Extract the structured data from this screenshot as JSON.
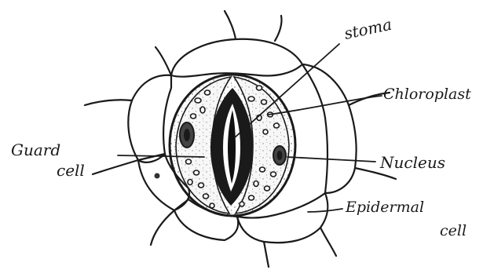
{
  "diagram": {
    "labels": {
      "stoma": "stoma",
      "chloroplast": "Chloroplast",
      "guard_cell_line1": "Guard",
      "guard_cell_line2": "cell",
      "nucleus": "Nucleus",
      "epidermal_cell_line1": "Epidermal",
      "epidermal_cell_line2": "cell"
    },
    "colors": {
      "ink": "#1a1a1a",
      "background": "#ffffff",
      "guard_cell_fill": "#e9e9e9",
      "pore_fill": "#111111"
    }
  }
}
